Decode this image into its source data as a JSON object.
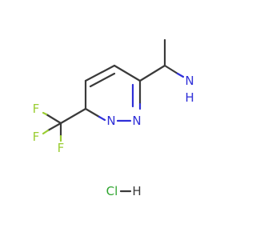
{
  "atoms": {
    "n1": "N",
    "n2": "N",
    "nh2_n": "N",
    "nh2_h": "H",
    "f1": "F",
    "f2": "F",
    "f3": "F",
    "cl": "Cl",
    "h": "H"
  },
  "colors": {
    "carbon_bond": "#3a3a3a",
    "nitrogen": "#2f2fd8",
    "fluorine": "#9acd32",
    "chlorine": "#2fa52f"
  }
}
